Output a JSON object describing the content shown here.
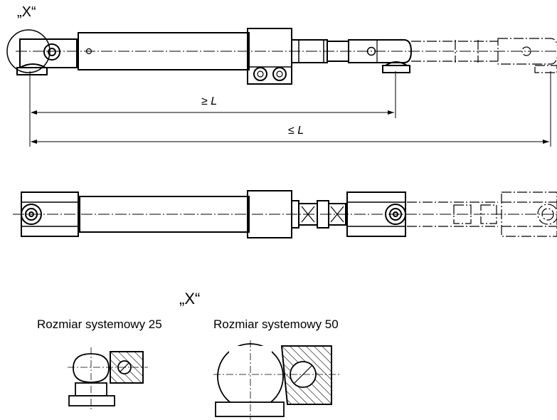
{
  "detail_marker": "„X“",
  "dim_min": "≥ L",
  "dim_max": "≤ L",
  "detail_title": "„X“",
  "detail_small_caption": "Rozmiar systemowy 25",
  "detail_large_caption": "Rozmiar systemowy 50"
}
